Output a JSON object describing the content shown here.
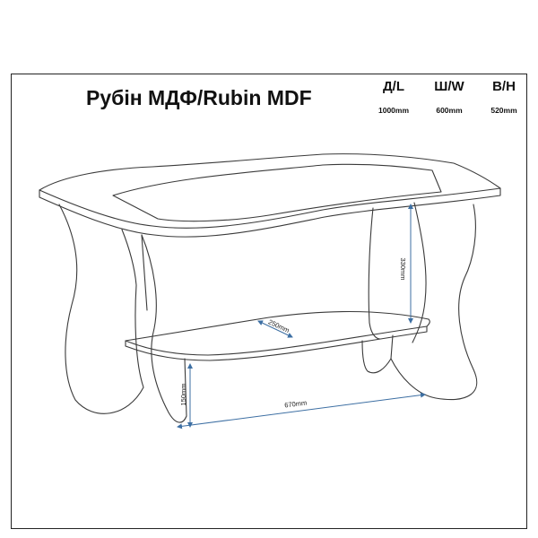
{
  "title": "Рубін МДФ/Rubin MDF",
  "dimensions": [
    {
      "label": "Д/L",
      "value": "1000mm"
    },
    {
      "label": "Ш/W",
      "value": "600mm"
    },
    {
      "label": "В/Н",
      "value": "520mm"
    }
  ],
  "annotations": {
    "shelf_height": "330mm",
    "shelf_depth": "250mm",
    "floor_clearance": "150mm",
    "shelf_length": "670mm"
  },
  "colors": {
    "outline": "#3a3a3a",
    "dimension_line": "#3d6fa3"
  }
}
